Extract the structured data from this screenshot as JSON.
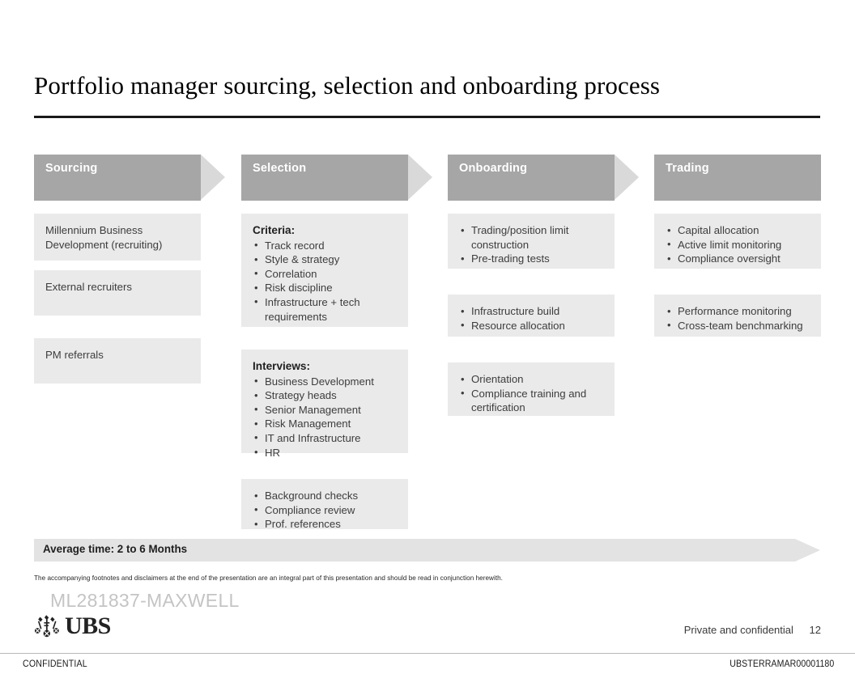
{
  "slide": {
    "title": "Portfolio manager sourcing, selection and onboarding process",
    "page_number": "12",
    "confidentiality_right": "Private and confidential",
    "footnote": "The accompanying footnotes and disclaimers at the end of the presentation are an integral part of this presentation and should be read in conjunction herewith.",
    "watermark": "ML281837-MAXWELL",
    "logo_text": "UBS"
  },
  "colors": {
    "header_gray": "#a6a6a6",
    "header_tip_gray": "#d9d9d9",
    "box_gray": "#eaeaea",
    "avgbar_gray": "#e3e3e3",
    "title_rule": "#1a1a1a",
    "watermark_gray": "#c4c4c4"
  },
  "process": {
    "columns": [
      {
        "header": "Sourcing",
        "has_arrow": true,
        "boxes": [
          {
            "type": "text",
            "text": "Millennium Business Development (recruiting)"
          },
          {
            "type": "text",
            "text": "External recruiters"
          },
          {
            "type": "text",
            "text": "PM referrals"
          }
        ]
      },
      {
        "header": "Selection",
        "has_arrow": true,
        "boxes": [
          {
            "type": "list",
            "head": "Criteria:",
            "items": [
              "Track record",
              "Style & strategy",
              "Correlation",
              "Risk discipline",
              "Infrastructure + tech requirements"
            ]
          },
          {
            "type": "list",
            "head": "Interviews:",
            "items": [
              "Business Development",
              "Strategy heads",
              "Senior Management",
              "Risk Management",
              "IT and Infrastructure",
              "HR"
            ]
          },
          {
            "type": "list",
            "head": "",
            "items": [
              "Background checks",
              "Compliance review",
              "Prof. references"
            ]
          }
        ]
      },
      {
        "header": "Onboarding",
        "has_arrow": true,
        "boxes": [
          {
            "type": "list",
            "head": "",
            "items": [
              "Trading/position limit construction",
              "Pre-trading tests"
            ]
          },
          {
            "type": "list",
            "head": "",
            "items": [
              "Infrastructure build",
              "Resource allocation"
            ]
          },
          {
            "type": "list",
            "head": "",
            "items": [
              "Orientation",
              "Compliance training and certification"
            ]
          }
        ]
      },
      {
        "header": "Trading",
        "has_arrow": false,
        "boxes": [
          {
            "type": "list",
            "head": "",
            "items": [
              "Capital allocation",
              "Active limit monitoring",
              "Compliance oversight"
            ]
          },
          {
            "type": "list",
            "head": "",
            "items": [
              "Performance monitoring",
              "Cross-team benchmarking"
            ]
          }
        ]
      }
    ]
  },
  "summary_bar": {
    "label": "Average time: 2 to 6 Months"
  },
  "bottom_bar": {
    "left": "CONFIDENTIAL",
    "right": "UBSTERRAMAR00001180"
  }
}
